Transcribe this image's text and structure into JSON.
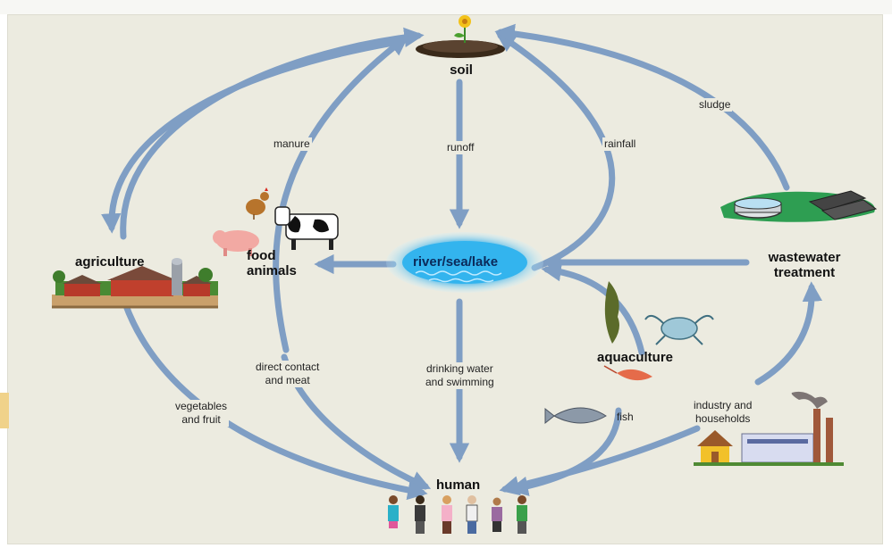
{
  "nodes": {
    "soil": "soil",
    "water": "river/sea/lake",
    "agriculture": "agriculture",
    "food_animals": "food\nanimals",
    "wastewater": "wastewater\ntreatment",
    "aquaculture": "aquaculture",
    "human": "human"
  },
  "flows": {
    "manure": "manure",
    "runoff": "runoff",
    "rainfall": "rainfall",
    "sludge": "sludge",
    "direct_contact": "direct contact\nand meat",
    "drinking": "drinking water\nand swimming",
    "vegetables": "vegetables\nand fruit",
    "fish": "fish",
    "industry": "industry and\nhouseholds"
  },
  "colors": {
    "arrow": "#7f9ec4",
    "panel": "#ecebe0",
    "water": "#2aa9e6"
  }
}
